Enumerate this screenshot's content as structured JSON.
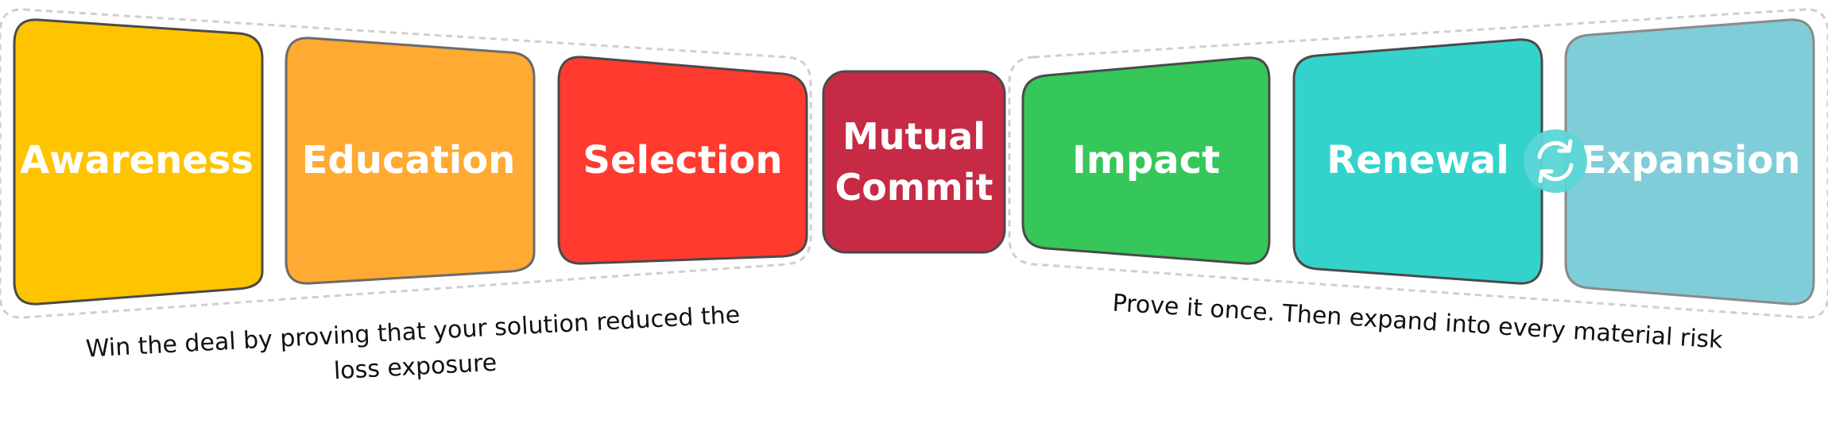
{
  "stages": [
    {
      "label": "Awareness",
      "color": "#FFC400"
    },
    {
      "label": "Education",
      "color": "#FFAA33"
    },
    {
      "label": "Selection",
      "color": "#FF3B30"
    },
    {
      "label_line1": "Mutual",
      "label_line2": "Commit",
      "color": "#C62A45"
    },
    {
      "label": "Impact",
      "color": "#35C759"
    },
    {
      "label": "Renewal",
      "color": "#33D3CB"
    },
    {
      "label": "Expansion",
      "color": "#7FCDD8"
    }
  ],
  "cycle_icon": {
    "name": "cycle-icon",
    "color": "#ffffff"
  },
  "captions": {
    "left_line1": "Win the deal by proving that your solution reduced the",
    "left_line2": "loss exposure",
    "right": "Prove it once. Then expand into every material risk"
  },
  "colors": {
    "group_outline": "#cfcfcf",
    "stage_stroke": "#4a4a4a"
  }
}
